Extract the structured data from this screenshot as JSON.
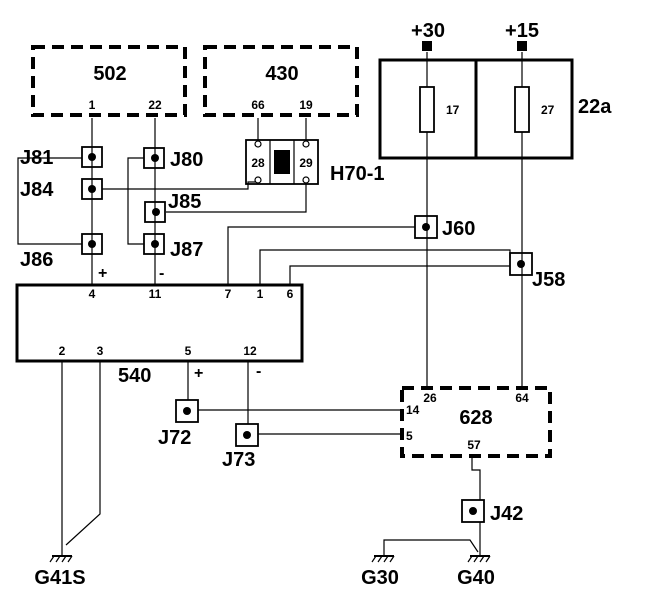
{
  "components": {
    "c502": {
      "label": "502",
      "pins": [
        "1",
        "22"
      ]
    },
    "c430": {
      "label": "430",
      "pins": [
        "66",
        "19"
      ]
    },
    "c540": {
      "label": "540",
      "pins_top": [
        "4",
        "11",
        "7",
        "1",
        "6"
      ],
      "pins_bottom": [
        "2",
        "3",
        "5",
        "12"
      ]
    },
    "c628": {
      "label": "628",
      "pins": [
        "26",
        "64",
        "14",
        "5",
        "57"
      ]
    },
    "relay": {
      "label": "H70-1",
      "pins": [
        "28",
        "29"
      ]
    },
    "fuse_box": {
      "label": "22a",
      "fuses": [
        "17",
        "27"
      ]
    }
  },
  "supplies": {
    "plus30": "+30",
    "plus15": "+15"
  },
  "connectors": {
    "j81": "J81",
    "j84": "J84",
    "j86": "J86",
    "j80": "J80",
    "j85": "J85",
    "j87": "J87",
    "j60": "J60",
    "j58": "J58",
    "j72": "J72",
    "j73": "J73",
    "j42": "J42"
  },
  "grounds": {
    "g41s": "G41S",
    "g30": "G30",
    "g40": "G40"
  },
  "signs": {
    "plus": "+",
    "minus": "-"
  }
}
